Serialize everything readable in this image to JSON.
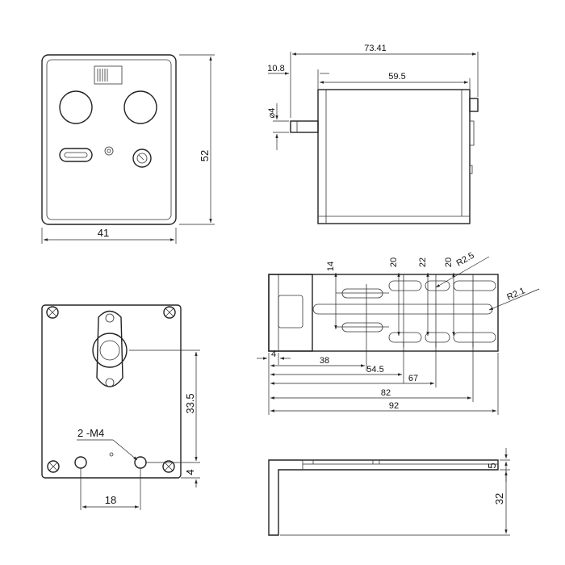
{
  "front_view": {
    "width": "41",
    "height": "52"
  },
  "side_view": {
    "overall_length": "73.41",
    "shaft_length": "10.8",
    "body_length": "59.5",
    "shaft_diameter": "⌀4"
  },
  "back_view": {
    "height_to_hole": "33.5",
    "hole_spacing": "18",
    "bottom_offset": "4",
    "thread_note": "2 -M4"
  },
  "bracket_top": {
    "slot_dims": [
      "14",
      "20",
      "22",
      "20"
    ],
    "radius_outer": "R2.5",
    "radius_inner": "R2.1",
    "offsets": [
      "4",
      "38",
      "54.5",
      "67",
      "82",
      "92"
    ]
  },
  "bracket_side": {
    "thickness": "5",
    "height": "32"
  }
}
